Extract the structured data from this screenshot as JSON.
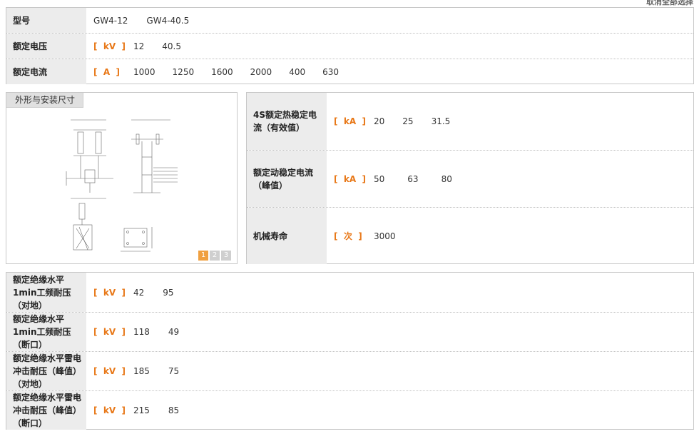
{
  "top_link": "取消全部选择",
  "spec_top": [
    {
      "label": "型号",
      "unit": "",
      "values": [
        "GW4-12",
        "GW4-40.5"
      ]
    },
    {
      "label": "额定电压",
      "unit": "[  kV  ]",
      "values": [
        "12",
        "40.5"
      ]
    },
    {
      "label": "额定电流",
      "unit": "[  A  ]",
      "values": [
        "1000",
        "1250",
        "1600",
        "2000",
        "400",
        "630"
      ]
    }
  ],
  "outline": {
    "tab_label": "外形与安装尺寸",
    "pages": [
      "1",
      "2",
      "3"
    ],
    "active_page": 1
  },
  "spec_right": [
    {
      "label": "4S额定热稳定电流（有效值）",
      "unit": "[  kA  ]",
      "values": [
        "20",
        "25",
        "31.5"
      ]
    },
    {
      "label": "额定动稳定电流（峰值）",
      "unit": "[  kA  ]",
      "values": [
        "50",
        "63",
        "80"
      ]
    },
    {
      "label": "机械寿命",
      "unit": "[  次  ]",
      "values": [
        "3000"
      ]
    }
  ],
  "spec_bottom": [
    {
      "label": "额定绝缘水平1min工频耐压（对地）",
      "unit": "[  kV  ]",
      "values": [
        "42",
        "95"
      ]
    },
    {
      "label": "额定绝缘水平1min工频耐压（断口）",
      "unit": "[  kV  ]",
      "values": [
        "118",
        "49"
      ]
    },
    {
      "label": "额定绝缘水平雷电冲击耐压（峰值）（对地）",
      "unit": "[  kV  ]",
      "values": [
        "185",
        "75"
      ]
    },
    {
      "label": "额定绝缘水平雷电冲击耐压（峰值）（断口）",
      "unit": "[  kV  ]",
      "values": [
        "215",
        "85"
      ]
    }
  ],
  "colors": {
    "unit": "#e87818",
    "label_bg": "#ececec",
    "active_page": "#f0a040"
  }
}
